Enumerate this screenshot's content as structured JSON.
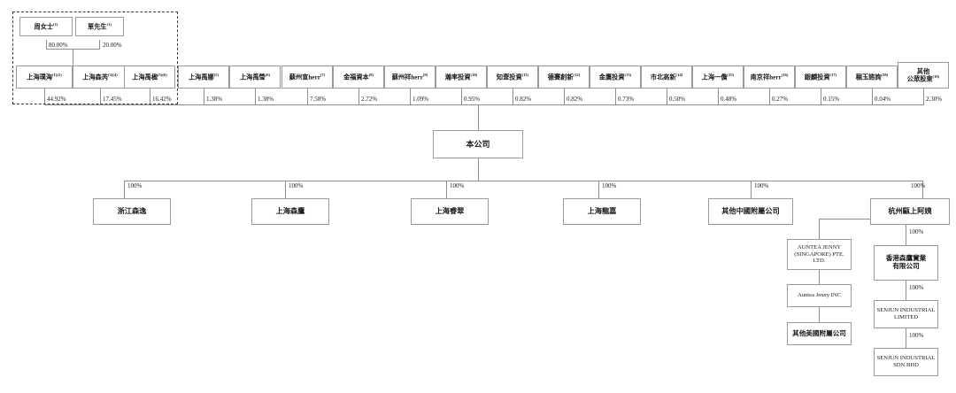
{
  "diagram": {
    "title": "Shareholding and corporate structure chart",
    "colors": {
      "box_border": "#9a9a9a",
      "line": "#8e8e8e",
      "dashed_group_border": "#3a3a3a",
      "text": "#1a1a1a",
      "background": "#ffffff"
    },
    "controllers": [
      {
        "id": "zhou",
        "label": "周女士",
        "sup": "(1)",
        "pct": "80.00%"
      },
      {
        "id": "shan",
        "label": "單先生",
        "sup": "(1)",
        "pct": "20.00%"
      }
    ],
    "shareholders": [
      {
        "id": "sh1",
        "label": "上海璞海",
        "sup": "(1)(2)",
        "pct": "44.92%",
        "in_group": true
      },
      {
        "id": "sh2",
        "label": "上海森芮",
        "sup": "(3)(4)",
        "pct": "17.45%",
        "in_group": true
      },
      {
        "id": "sh3",
        "label": "上海禹楹",
        "sup": "(5)(6)",
        "pct": "16.42%",
        "in_group": true
      },
      {
        "id": "sh4",
        "label": "上海禹娜",
        "sup": "(5)",
        "pct": "1.38%",
        "in_group": false
      },
      {
        "id": "sh5",
        "label": "上海禹瑩",
        "sup": "(6)",
        "pct": "1.38%",
        "in_group": false
      },
      {
        "id": "sh6",
        "label": "蘇州宣herr",
        "sup": "(7)",
        "pct": "7.58%",
        "in_group": false
      },
      {
        "id": "sh7",
        "label": "金福資本",
        "sup": "(8)",
        "pct": "2.72%",
        "in_group": false
      },
      {
        "id": "sh8",
        "label": "蘇州祥herr",
        "sup": "(9)",
        "pct": "1.09%",
        "in_group": false
      },
      {
        "id": "sh9",
        "label": "瀚率投資",
        "sup": "(10)",
        "pct": "0.95%",
        "in_group": false
      },
      {
        "id": "sh10",
        "label": "知壹投資",
        "sup": "(11)",
        "pct": "0.82%",
        "in_group": false
      },
      {
        "id": "sh11",
        "label": "德賽創新",
        "sup": "(12)",
        "pct": "0.82%",
        "in_group": false
      },
      {
        "id": "sh12",
        "label": "金鷹投資",
        "sup": "(13)",
        "pct": "0.73%",
        "in_group": false
      },
      {
        "id": "sh13",
        "label": "市北高新",
        "sup": "(14)",
        "pct": "0.50%",
        "in_group": false
      },
      {
        "id": "sh14",
        "label": "上海一儋",
        "sup": "(15)",
        "pct": "0.48%",
        "in_group": false
      },
      {
        "id": "sh15",
        "label": "南京祥herr",
        "sup": "(16)",
        "pct": "0.27%",
        "in_group": false
      },
      {
        "id": "sh16",
        "label": "銀麟投資",
        "sup": "(17)",
        "pct": "0.15%",
        "in_group": false
      },
      {
        "id": "sh17",
        "label": "稇玉諮詢",
        "sup": "(18)",
        "pct": "0.04%",
        "in_group": false
      },
      {
        "id": "sh18",
        "label": "其他",
        "label2": "公眾股東",
        "sup": "(19)",
        "pct": "2.30%",
        "in_group": false
      }
    ],
    "company": {
      "id": "company",
      "label": "本公司"
    },
    "subsidiaries": [
      {
        "id": "sub1",
        "label": "浙江森逸",
        "pct": "100%"
      },
      {
        "id": "sub2",
        "label": "上海森鷹",
        "pct": "100%"
      },
      {
        "id": "sub3",
        "label": "上海睿翠",
        "pct": "100%"
      },
      {
        "id": "sub4",
        "label": "上海龍嘉",
        "pct": "100%"
      },
      {
        "id": "sub5",
        "label": "其他中國附屬公司",
        "pct": "100%"
      },
      {
        "id": "sub6",
        "label": "杭州甌上阿姨",
        "pct": "100%"
      }
    ],
    "us_chain": [
      {
        "id": "us1",
        "line1": "AUNTEA JENNY",
        "line2": "(SINGAPORE) PTE. LTD."
      },
      {
        "id": "us2",
        "line1": "Auntea Jenny INC",
        "line2": ""
      },
      {
        "id": "us3",
        "line1": "其他美國附屬公司",
        "line2": ""
      }
    ],
    "hk_chain": [
      {
        "id": "hk1",
        "line1": "香港森鷹實業",
        "line2": "有限公司",
        "pct": "100%"
      },
      {
        "id": "hk2",
        "line1": "SENJUN INDUSTRIAL",
        "line2": "LIMITED",
        "pct": "100%"
      },
      {
        "id": "hk3",
        "line1": "SENJUN INDUSTRIAL",
        "line2": "SDN.BHD",
        "pct": "100%"
      }
    ]
  }
}
